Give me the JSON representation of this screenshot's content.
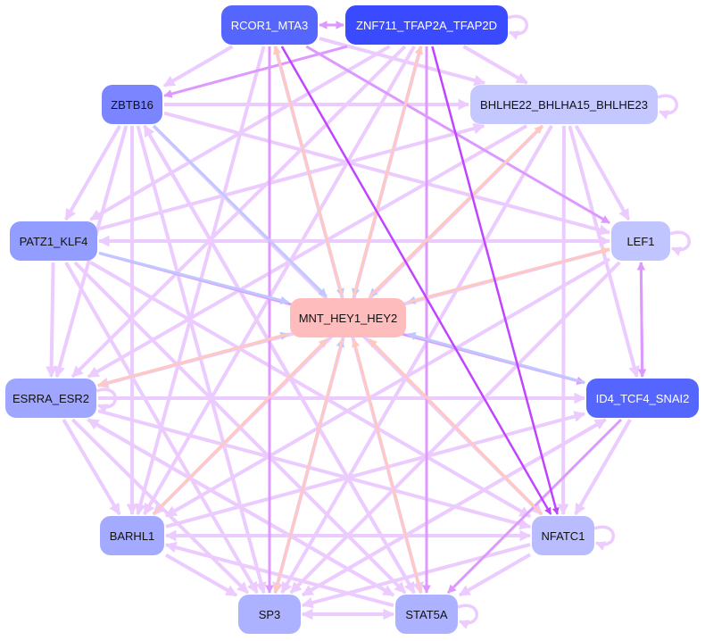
{
  "nodes": [
    {
      "id": "RCOR1_MTA3",
      "label": "RCOR1_MTA3",
      "color": "#5566ff",
      "text": "#ffffff"
    },
    {
      "id": "ZNF711_TFAP2A_TFAP2D",
      "label": "ZNF711_TFAP2A_TFAP2D",
      "color": "#3a4bff",
      "text": "#ffffff"
    },
    {
      "id": "BHLHE22_BHLHA15_BHLHE23",
      "label": "BHLHE22_BHLHA15_BHLHE23",
      "color": "#c5c8ff",
      "text": "#111111"
    },
    {
      "id": "ZBTB16",
      "label": "ZBTB16",
      "color": "#7a85ff",
      "text": "#111111"
    },
    {
      "id": "PATZ1_KLF4",
      "label": "PATZ1_KLF4",
      "color": "#939cff",
      "text": "#111111"
    },
    {
      "id": "LEF1",
      "label": "LEF1",
      "color": "#c0c4ff",
      "text": "#111111"
    },
    {
      "id": "MNT_HEY1_HEY2",
      "label": "MNT_HEY1_HEY2",
      "color": "#ffbcbc",
      "text": "#111111"
    },
    {
      "id": "ESRRA_ESR2",
      "label": "ESRRA_ESR2",
      "color": "#9ea6ff",
      "text": "#111111"
    },
    {
      "id": "ID4_TCF4_SNAI2",
      "label": "ID4_TCF4_SNAI2",
      "color": "#5566ff",
      "text": "#ffffff"
    },
    {
      "id": "BARHL1",
      "label": "BARHL1",
      "color": "#a3aaff",
      "text": "#111111"
    },
    {
      "id": "NFATC1",
      "label": "NFATC1",
      "color": "#b9bdff",
      "text": "#111111"
    },
    {
      "id": "SP3",
      "label": "SP3",
      "color": "#acb2ff",
      "text": "#111111"
    },
    {
      "id": "STAT5A",
      "label": "STAT5A",
      "color": "#acb2ff",
      "text": "#111111"
    }
  ],
  "edge_colors": {
    "weak": "#ecccff",
    "medium": "#dd99ff",
    "strong": "#c044ff",
    "blue": "#c0c8ff",
    "pink": "#ffc8c0"
  },
  "edges": [
    [
      "RCOR1_MTA3",
      "ZNF711_TFAP2A_TFAP2D",
      "medium"
    ],
    [
      "ZNF711_TFAP2A_TFAP2D",
      "RCOR1_MTA3",
      "medium"
    ],
    [
      "RCOR1_MTA3",
      "BHLHE22_BHLHA15_BHLHE23",
      "weak"
    ],
    [
      "RCOR1_MTA3",
      "ZBTB16",
      "weak"
    ],
    [
      "RCOR1_MTA3",
      "NFATC1",
      "strong"
    ],
    [
      "RCOR1_MTA3",
      "SP3",
      "medium"
    ],
    [
      "RCOR1_MTA3",
      "STAT5A",
      "weak"
    ],
    [
      "RCOR1_MTA3",
      "LEF1",
      "medium"
    ],
    [
      "RCOR1_MTA3",
      "BARHL1",
      "weak"
    ],
    [
      "RCOR1_MTA3",
      "MNT_HEY1_HEY2",
      "blue"
    ],
    [
      "ZNF711_TFAP2A_TFAP2D",
      "MNT_HEY1_HEY2",
      "blue"
    ],
    [
      "MNT_HEY1_HEY2",
      "RCOR1_MTA3",
      "pink"
    ],
    [
      "ZNF711_TFAP2A_TFAP2D",
      "NFATC1",
      "strong"
    ],
    [
      "ZNF711_TFAP2A_TFAP2D",
      "STAT5A",
      "medium"
    ],
    [
      "ZNF711_TFAP2A_TFAP2D",
      "BHLHE22_BHLHA15_BHLHE23",
      "weak"
    ],
    [
      "ZNF711_TFAP2A_TFAP2D",
      "ZBTB16",
      "medium"
    ],
    [
      "ZNF711_TFAP2A_TFAP2D",
      "ESRRA_ESR2",
      "weak"
    ],
    [
      "ZNF711_TFAP2A_TFAP2D",
      "BARHL1",
      "weak"
    ],
    [
      "ZNF711_TFAP2A_TFAP2D",
      "SP3",
      "weak"
    ],
    [
      "ZNF711_TFAP2A_TFAP2D",
      "PATZ1_KLF4",
      "weak"
    ],
    [
      "MNT_HEY1_HEY2",
      "ZNF711_TFAP2A_TFAP2D",
      "pink"
    ],
    [
      "ZBTB16",
      "BHLHE22_BHLHA15_BHLHE23",
      "weak"
    ],
    [
      "ZBTB16",
      "MNT_HEY1_HEY2",
      "blue"
    ],
    [
      "ZBTB16",
      "SP3",
      "weak"
    ],
    [
      "ZBTB16",
      "STAT5A",
      "weak"
    ],
    [
      "ZBTB16",
      "NFATC1",
      "weak"
    ],
    [
      "ZBTB16",
      "BARHL1",
      "weak"
    ],
    [
      "ZBTB16",
      "ESRRA_ESR2",
      "weak"
    ],
    [
      "ZBTB16",
      "PATZ1_KLF4",
      "weak"
    ],
    [
      "ZBTB16",
      "LEF1",
      "weak"
    ],
    [
      "PATZ1_KLF4",
      "LEF1",
      "weak"
    ],
    [
      "LEF1",
      "PATZ1_KLF4",
      "weak"
    ],
    [
      "PATZ1_KLF4",
      "MNT_HEY1_HEY2",
      "blue"
    ],
    [
      "PATZ1_KLF4",
      "ESRRA_ESR2",
      "weak"
    ],
    [
      "PATZ1_KLF4",
      "ID4_TCF4_SNAI2",
      "medium"
    ],
    [
      "PATZ1_KLF4",
      "SP3",
      "weak"
    ],
    [
      "PATZ1_KLF4",
      "STAT5A",
      "weak"
    ],
    [
      "PATZ1_KLF4",
      "NFATC1",
      "weak"
    ],
    [
      "PATZ1_KLF4",
      "BHLHE22_BHLHA15_BHLHE23",
      "weak"
    ],
    [
      "LEF1",
      "MNT_HEY1_HEY2",
      "blue"
    ],
    [
      "MNT_HEY1_HEY2",
      "LEF1",
      "pink"
    ],
    [
      "LEF1",
      "ESRRA_ESR2",
      "weak"
    ],
    [
      "LEF1",
      "ID4_TCF4_SNAI2",
      "medium"
    ],
    [
      "ID4_TCF4_SNAI2",
      "LEF1",
      "medium"
    ],
    [
      "LEF1",
      "SP3",
      "weak"
    ],
    [
      "LEF1",
      "BARHL1",
      "weak"
    ],
    [
      "BHLHE22_BHLHA15_BHLHE23",
      "MNT_HEY1_HEY2",
      "blue"
    ],
    [
      "MNT_HEY1_HEY2",
      "BHLHE22_BHLHA15_BHLHE23",
      "pink"
    ],
    [
      "BHLHE22_BHLHA15_BHLHE23",
      "ESRRA_ESR2",
      "weak"
    ],
    [
      "BHLHE22_BHLHA15_BHLHE23",
      "BARHL1",
      "weak"
    ],
    [
      "BHLHE22_BHLHA15_BHLHE23",
      "SP3",
      "weak"
    ],
    [
      "BHLHE22_BHLHA15_BHLHE23",
      "NFATC1",
      "weak"
    ],
    [
      "BHLHE22_BHLHA15_BHLHE23",
      "LEF1",
      "weak"
    ],
    [
      "BHLHE22_BHLHA15_BHLHE23",
      "ID4_TCF4_SNAI2",
      "weak"
    ],
    [
      "ESRRA_ESR2",
      "MNT_HEY1_HEY2",
      "blue"
    ],
    [
      "MNT_HEY1_HEY2",
      "ESRRA_ESR2",
      "pink"
    ],
    [
      "ESRRA_ESR2",
      "NFATC1",
      "weak"
    ],
    [
      "ESRRA_ESR2",
      "STAT5A",
      "weak"
    ],
    [
      "ESRRA_ESR2",
      "SP3",
      "weak"
    ],
    [
      "ESRRA_ESR2",
      "BARHL1",
      "weak"
    ],
    [
      "ESRRA_ESR2",
      "ID4_TCF4_SNAI2",
      "weak"
    ],
    [
      "ID4_TCF4_SNAI2",
      "MNT_HEY1_HEY2",
      "blue"
    ],
    [
      "ID4_TCF4_SNAI2",
      "STAT5A",
      "medium"
    ],
    [
      "ID4_TCF4_SNAI2",
      "NFATC1",
      "weak"
    ],
    [
      "ID4_TCF4_SNAI2",
      "SP3",
      "weak"
    ],
    [
      "BARHL1",
      "MNT_HEY1_HEY2",
      "pink"
    ],
    [
      "BARHL1",
      "ID4_TCF4_SNAI2",
      "weak"
    ],
    [
      "BARHL1",
      "SP3",
      "weak"
    ],
    [
      "BARHL1",
      "NFATC1",
      "weak"
    ],
    [
      "NFATC1",
      "MNT_HEY1_HEY2",
      "pink"
    ],
    [
      "NFATC1",
      "SP3",
      "weak"
    ],
    [
      "NFATC1",
      "STAT5A",
      "weak"
    ],
    [
      "NFATC1",
      "BARHL1",
      "weak"
    ],
    [
      "SP3",
      "MNT_HEY1_HEY2",
      "blue"
    ],
    [
      "MNT_HEY1_HEY2",
      "SP3",
      "pink"
    ],
    [
      "SP3",
      "STAT5A",
      "weak"
    ],
    [
      "STAT5A",
      "SP3",
      "weak"
    ],
    [
      "SP3",
      "ID4_TCF4_SNAI2",
      "weak"
    ],
    [
      "STAT5A",
      "MNT_HEY1_HEY2",
      "pink"
    ],
    [
      "STAT5A",
      "ESRRA_ESR2",
      "weak"
    ],
    [
      "STAT5A",
      "BARHL1",
      "weak"
    ],
    [
      "STAT5A",
      "ZBTB16",
      "weak"
    ]
  ],
  "self_loops": [
    "ZNF711_TFAP2A_TFAP2D",
    "BHLHE22_BHLHA15_BHLHE23",
    "LEF1",
    "ESRRA_ESR2",
    "NFATC1",
    "STAT5A"
  ]
}
